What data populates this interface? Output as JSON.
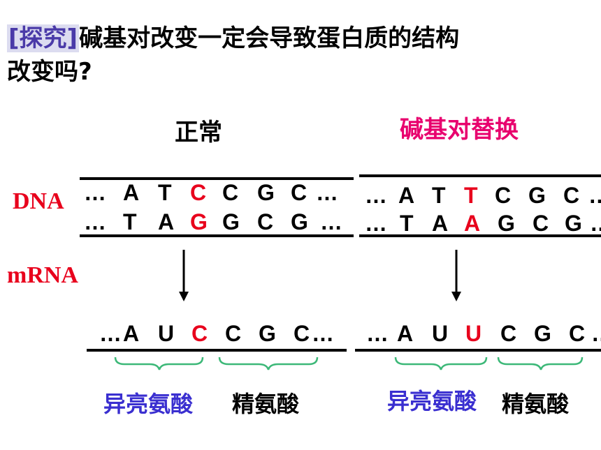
{
  "title": {
    "tag": "[探究]",
    "line1": "碱基对改变一定会导致蛋白质的结构",
    "line2": "改变吗?"
  },
  "normal": {
    "heading": "正常",
    "dna_top": [
      "…",
      "A",
      "T",
      "C",
      "C",
      "G",
      "C",
      "…"
    ],
    "dna_bottom": [
      "…",
      "T",
      "A",
      "G",
      "G",
      "C",
      "G",
      "…"
    ],
    "mrna": [
      "…",
      "A",
      "U",
      "C",
      "C",
      "G",
      "C",
      "…"
    ],
    "aa1": "异亮氨酸",
    "aa2": "精氨酸"
  },
  "substitution": {
    "heading": "碱基对替换",
    "dna_top": [
      "…",
      "A",
      "T",
      "T",
      "C",
      "G",
      "C",
      "…"
    ],
    "dna_bottom": [
      "…",
      "T",
      "A",
      "A",
      "G",
      "C",
      "G",
      "…"
    ],
    "mrna": [
      "…",
      "A",
      "U",
      "U",
      "C",
      "G",
      "C",
      "…"
    ],
    "aa1": "异亮氨酸",
    "aa2": "精氨酸"
  },
  "labels": {
    "dna": "DNA",
    "mrna": "mRNA"
  },
  "colors": {
    "red": "#e8001c",
    "magenta": "#e8006e",
    "blue": "#3a2fd0",
    "green": "#3cb878",
    "tag": "#4a3aa8"
  }
}
